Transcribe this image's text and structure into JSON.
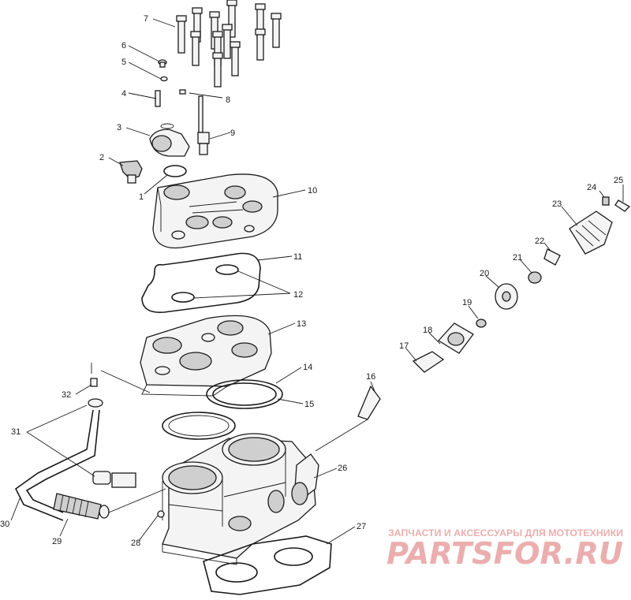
{
  "diagram": {
    "callouts": [
      "1",
      "2",
      "3",
      "4",
      "5",
      "6",
      "7",
      "8",
      "9",
      "10",
      "11",
      "12",
      "13",
      "14",
      "15",
      "16",
      "17",
      "18",
      "19",
      "20",
      "21",
      "22",
      "23",
      "24",
      "25",
      "26",
      "27",
      "28",
      "29",
      "30",
      "31",
      "32"
    ]
  },
  "watermark": {
    "tagline": "ЗАПЧАСТИ И АКСЕССУАРЫ ДЛЯ МОТОТЕХНИКИ",
    "logo_text": "PARTSFOR.RU",
    "color": "#e8a0a0"
  }
}
